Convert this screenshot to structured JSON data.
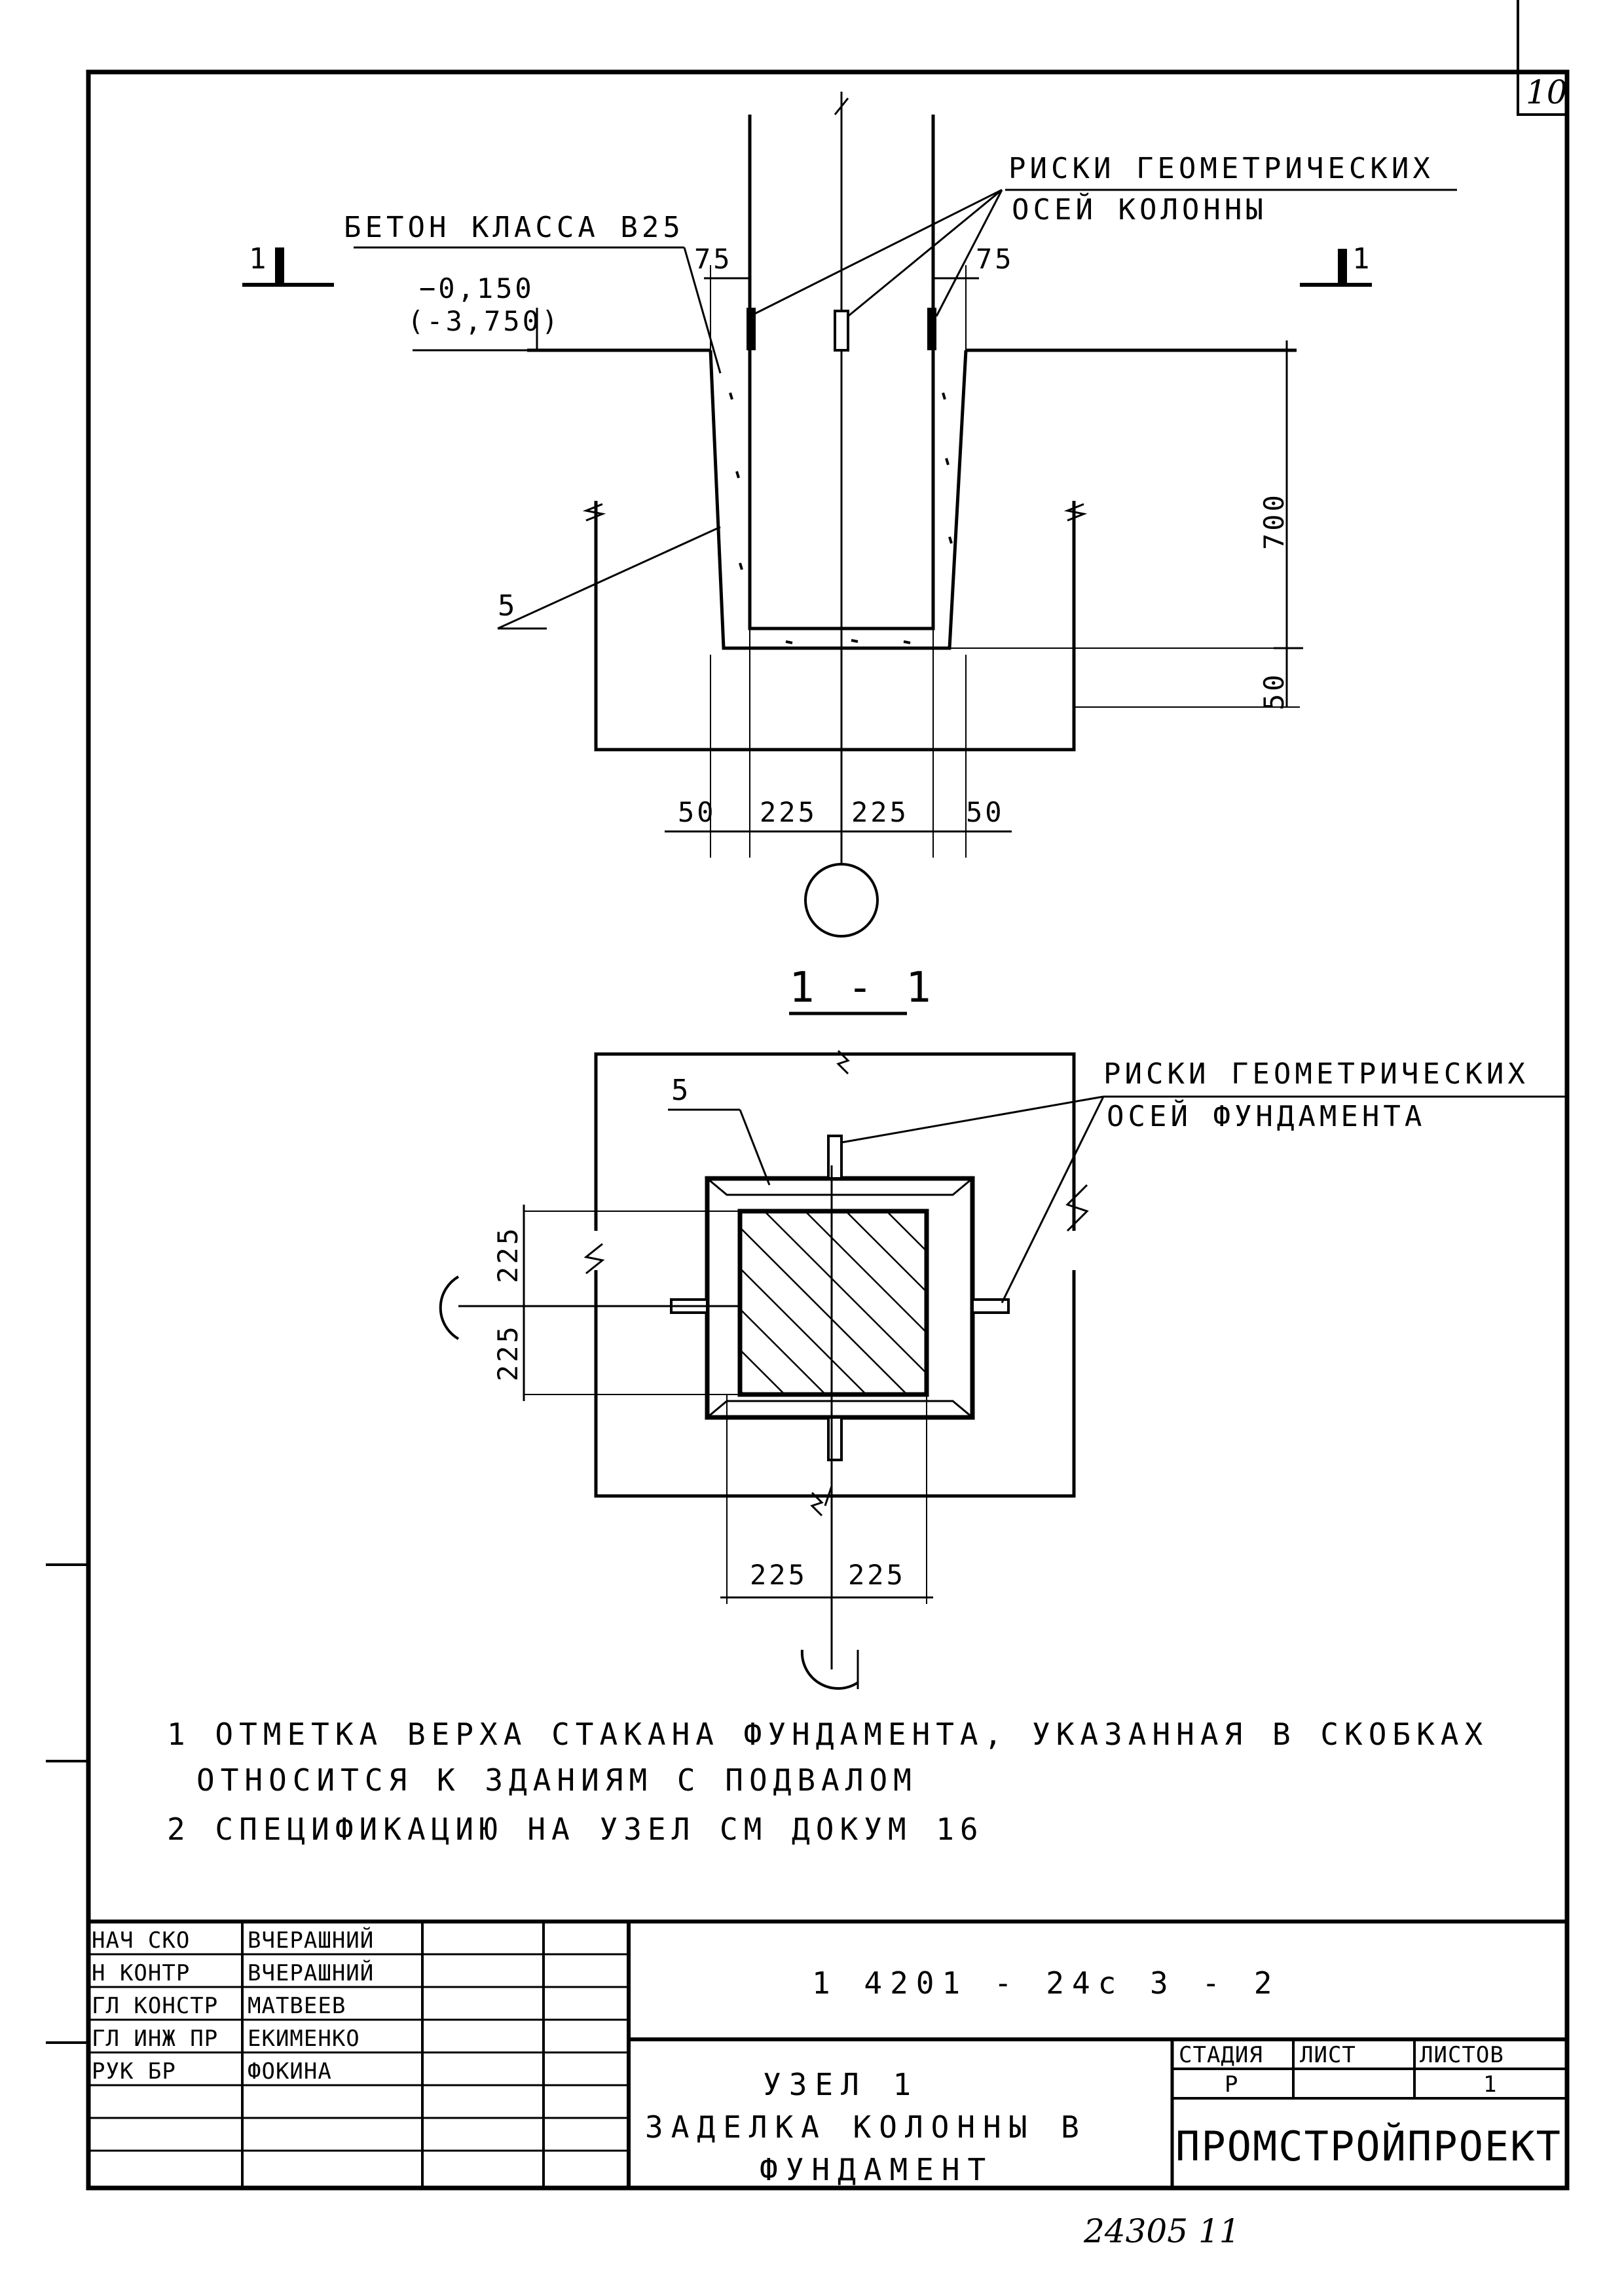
{
  "sheet_number": "10",
  "elevation": {
    "top": "−0,150",
    "basement": "(-3,750)"
  },
  "section_marks": {
    "left": "1",
    "right": "1",
    "section_title": "1 - 1"
  },
  "callouts": {
    "concrete": "БЕТОН КЛАССА В25",
    "column_axes": [
      "РИСКИ ГЕОМЕТРИЧЕСКИХ",
      "ОСЕЙ КОЛОННЫ"
    ],
    "foundation_axes": [
      "РИСКИ ГЕОМЕТРИЧЕСКИХ",
      "ОСЕЙ ФУНДАМЕНТА"
    ],
    "item_upper": "5",
    "item_lower": "5"
  },
  "dimensions": {
    "gap_left": "75",
    "gap_right": "75",
    "depth": "700",
    "bottom_gap": "50",
    "horizontal": [
      "50",
      "225",
      "225",
      "50"
    ],
    "plan_vertical": [
      "225",
      "225"
    ],
    "plan_horizontal": [
      "225",
      "225"
    ]
  },
  "notes": [
    "1 ОТМЕТКА ВЕРХА СТАКАНА ФУНДАМЕНТА, УКАЗАННАЯ В СКОБКАХ",
    "ОТНОСИТСЯ К ЗДАНИЯМ С ПОДВАЛОМ",
    "2 СПЕЦИФИКАЦИЮ НА УЗЕЛ СМ ДОКУМ 16"
  ],
  "title_block": {
    "roles": [
      "НАЧ СКО",
      "Н КОНТР",
      "ГЛ КОНСТР",
      "ГЛ ИНЖ ПР",
      "РУК БР"
    ],
    "names": [
      "ВЧЕРАШНИЙ",
      "ВЧЕРАШНИЙ",
      "МАТВЕЕВ",
      "ЕКИМЕНКО",
      "ФОКИНА"
    ],
    "doc_code": "1 4201 - 24с 3 - 2",
    "title": [
      "УЗЕЛ 1",
      "ЗАДЕЛКА КОЛОННЫ В",
      "ФУНДАМЕНТ"
    ],
    "stage_label": "СТАДИЯ",
    "sheet_label": "ЛИСТ",
    "sheets_label": "ЛИСТОВ",
    "stage": "Р",
    "sheet": "",
    "sheets": "1",
    "organization": "ПРОМСТРОЙПРОЕКТ"
  },
  "footer_number": "24305 11"
}
